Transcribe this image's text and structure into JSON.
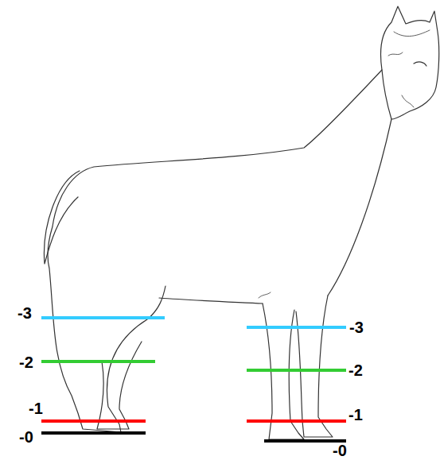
{
  "diagram": {
    "labels": [
      "-3",
      "-3",
      "-2",
      "-2",
      "-1",
      "-1",
      "-0",
      "-0"
    ]
  }
}
